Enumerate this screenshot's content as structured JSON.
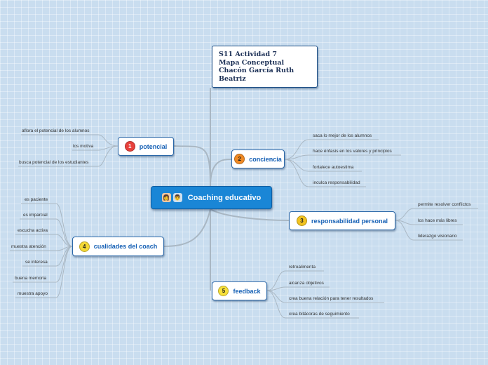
{
  "central": {
    "label": "Coaching educativo",
    "icons": [
      "teacher-woman-icon",
      "teacher-man-icon"
    ]
  },
  "title_box": {
    "lines": [
      "S11 Actividad 7",
      "Mapa Conceptual",
      "Chacón García Ruth",
      "Beatriz"
    ]
  },
  "branches": {
    "potencial": {
      "number": "1",
      "label": "potencial",
      "badge_color": "#e8413c",
      "items": [
        "aflora el potencial de los alumnos",
        "los motiva",
        "busca potencial de los estudiantes"
      ]
    },
    "conciencia": {
      "number": "2",
      "label": "conciencia",
      "badge_color": "#f08a24",
      "items": [
        "saca lo mejor de los alumnos",
        "hace énfasis en los valores y principios",
        "fortalece  autoestima",
        "inculca responsabilidad"
      ]
    },
    "responsabilidad": {
      "number": "3",
      "label": "responsabilidad personal",
      "badge_color": "#f2c31f",
      "items": [
        "permite resolver conflictos",
        "los hace más libres",
        "liderazgo visionario"
      ]
    },
    "cualidades": {
      "number": "4",
      "label": "cualidades del coach",
      "badge_color": "#f5d936",
      "items": [
        "es paciente",
        "es imparcial",
        "escucha activa",
        "muestra atención",
        "se interesa",
        "buena memoria",
        "muestra apoyo"
      ]
    },
    "feedback": {
      "number": "5",
      "label": "feedback",
      "badge_color": "#f7e03a",
      "items": [
        "retroalimenta",
        "alcanza objetivos",
        "crea buena relación para tener resultados",
        "crea bitácoras de seguimiento"
      ]
    }
  },
  "colors": {
    "background": "#c9ddef",
    "central": "#1a86d6",
    "node_border": "#2a67a8",
    "link": "#a9b7c3"
  }
}
